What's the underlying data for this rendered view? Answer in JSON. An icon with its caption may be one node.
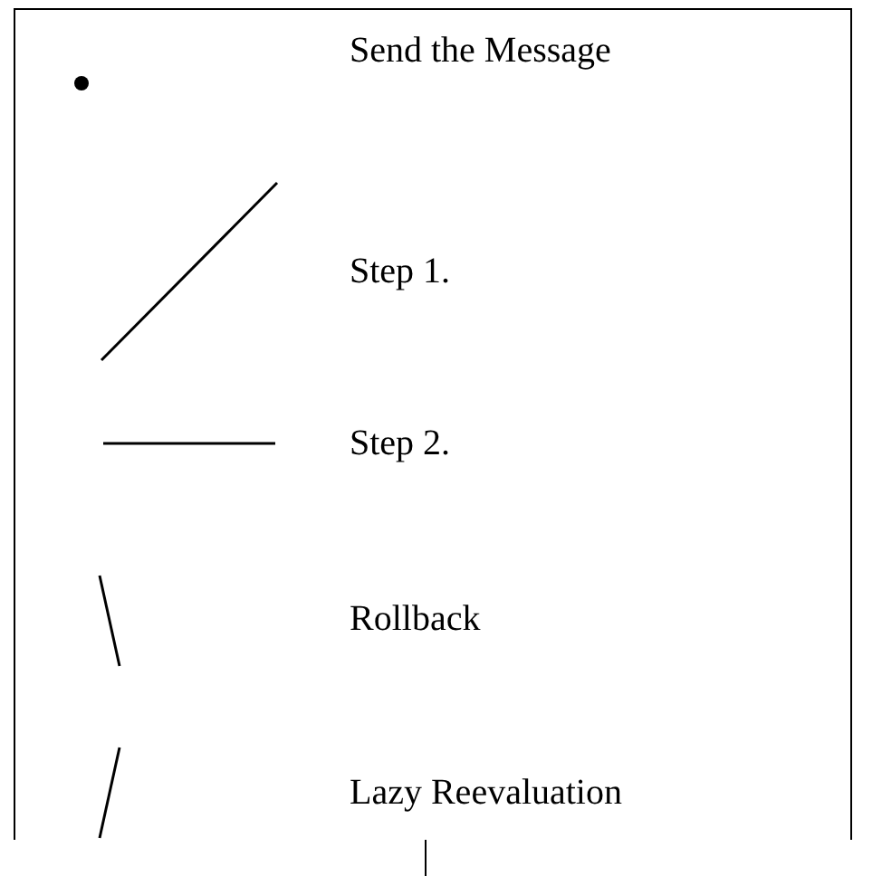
{
  "diagram": {
    "legend": [
      {
        "text": "Send the Message"
      },
      {
        "text": "Step 1."
      },
      {
        "text": "Step 2."
      },
      {
        "text": "Rollback"
      },
      {
        "text": "Lazy Reevaluation"
      }
    ]
  }
}
